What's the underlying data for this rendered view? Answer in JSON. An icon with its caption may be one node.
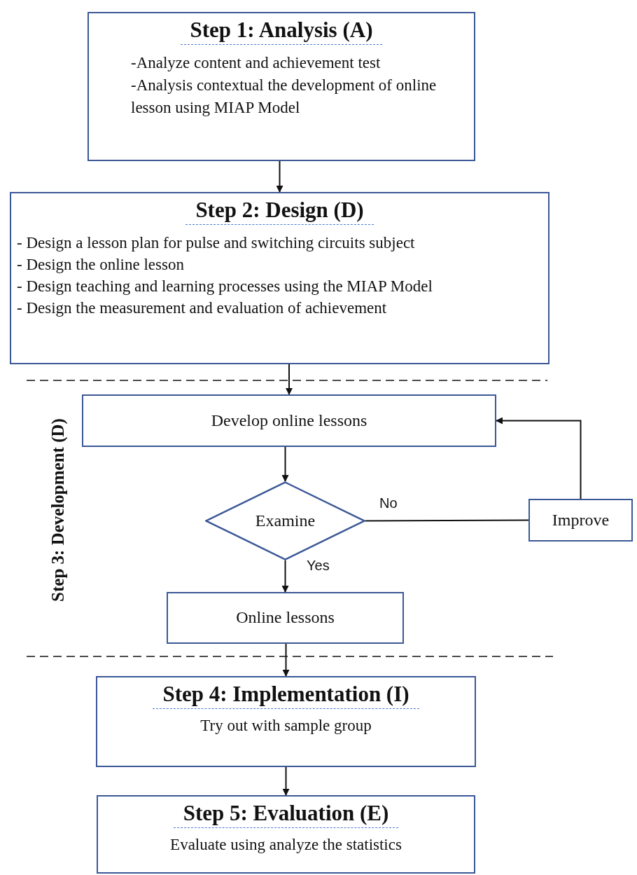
{
  "diagram": {
    "nodes": [
      {
        "text": [
          "Step 1: Analysis (A)",
          "-Analyze content and achievement test",
          "-Analysis contextual the development of online lesson using MIAP Model"
        ]
      },
      {
        "text": [
          "Step 2: Design (D)",
          "- Design a lesson plan for pulse and switching circuits subject",
          "- Design the online lesson",
          "- Design teaching and learning processes using the MIAP Model",
          "- Design the measurement and evaluation of achievement"
        ]
      },
      {
        "text": [
          "Develop online lessons"
        ]
      },
      {
        "text": [
          "Examine"
        ]
      },
      {
        "text": [
          "Improve"
        ]
      },
      {
        "text": [
          "Online lessons"
        ]
      },
      {
        "text": [
          "Step 4: Implementation (I)",
          "Try out with sample group"
        ]
      },
      {
        "text": [
          "Step 5: Evaluation (E)",
          "Evaluate using analyze the statistics"
        ]
      }
    ],
    "edges": [
      {
        "from": 0,
        "to": 1,
        "arrow": "to"
      },
      {
        "from": 1,
        "to": 2,
        "arrow": "to"
      },
      {
        "from": 2,
        "to": 3,
        "arrow": "to"
      },
      {
        "from": 3,
        "to": 4,
        "arrow": "none",
        "label": "No"
      },
      {
        "from": 4,
        "to": 2,
        "arrow": "to"
      },
      {
        "from": 3,
        "to": 5,
        "arrow": "to",
        "label": "Yes"
      },
      {
        "from": 5,
        "to": 6,
        "arrow": "to"
      },
      {
        "from": 6,
        "to": 7,
        "arrow": "to"
      }
    ],
    "labels": [
      "Step 3: Development (D)"
    ]
  }
}
